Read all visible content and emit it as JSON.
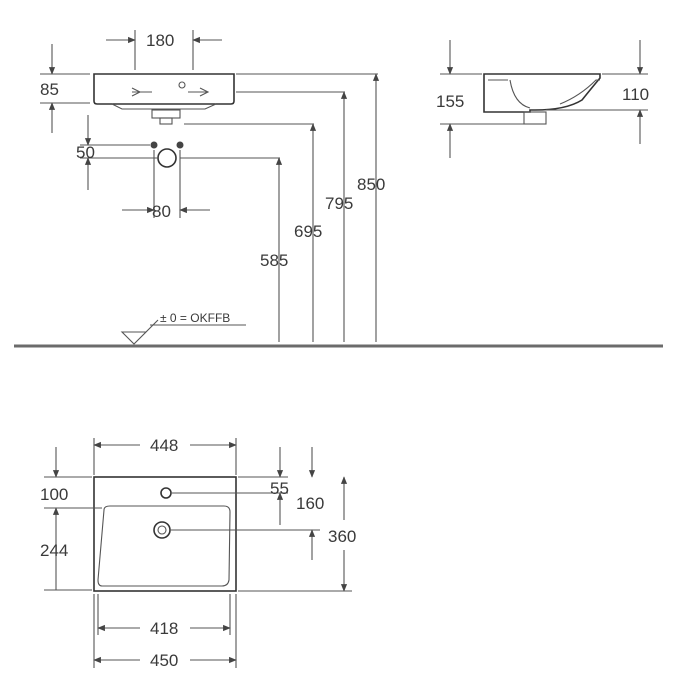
{
  "front_view": {
    "dims": {
      "tap_spacing": "180",
      "rim_height": "85",
      "supply_offset": "50",
      "supply_spacing": "80",
      "waste_height": "585",
      "supply_height": "695",
      "rim_top_height": "795",
      "overall_height": "850"
    },
    "floor_label": "± 0 = OKFFB"
  },
  "side_view": {
    "dims": {
      "depth_total": "155",
      "depth_basin": "110"
    }
  },
  "top_view": {
    "dims": {
      "overall_width_top": "448",
      "back_margin": "100",
      "tap_hole_offset": "55",
      "overflow_offset": "160",
      "inner_depth": "244",
      "overall_depth": "360",
      "inner_width": "418",
      "overall_width": "450"
    }
  }
}
